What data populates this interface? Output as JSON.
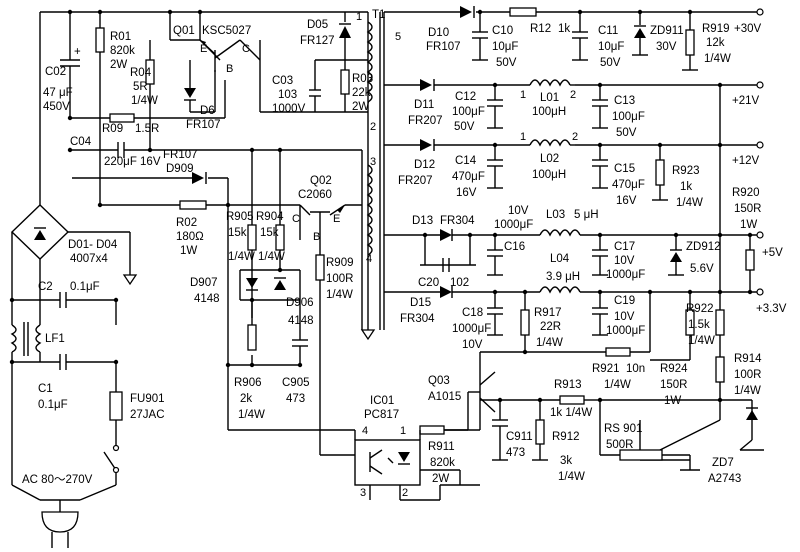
{
  "labels": {
    "c02": "C02",
    "c02_v1": "47 μF",
    "c02_v2": "450V",
    "c02_pol": "+",
    "r01": "R01",
    "r01_v1": "820k",
    "r01_v2": "2W",
    "r04": "R04",
    "r04_v1": "5R",
    "r04_v2": "1/4W",
    "q01": "Q01",
    "q01_part": "KSC5027",
    "q01_e": "E",
    "q01_c": "C",
    "q01_b": "B",
    "d6": "D6",
    "d6_part": "FR107",
    "r09": "R09",
    "r09_v": "1.5R",
    "c04": "C04",
    "c04_v": "220μF 16V",
    "fr107b": "FR107",
    "d909": "D909",
    "d05": "D05",
    "d05_part": "FR127",
    "c03": "C03",
    "c03_v1": "103",
    "c03_v2": "1000V",
    "r03": "R03",
    "r03_v1": "22k",
    "r03_v2": "2W",
    "t1": "T1",
    "pin1": "1",
    "pin2": "2",
    "pin3": "3",
    "pin4": "4",
    "pin5": "5",
    "q02": "Q02",
    "q02_part": "C2060",
    "q02_c": "C",
    "q02_e": "E",
    "q02_b": "B",
    "r02": "R02",
    "r02_v1": "180Ω",
    "r02_v2": "1W",
    "r905": "R905",
    "r905_v1": "15k",
    "r905_v2": "1/4W",
    "r904": "R904",
    "r904_v1": "15k",
    "r904_v2": "1/4W",
    "r909": "R909",
    "r909_v1": "100R",
    "r909_v2": "1/4W",
    "d907": "D907",
    "d907_v": "4148",
    "d906": "D906",
    "d906_v": "4148",
    "r906": "R906",
    "r906_v1": "2k",
    "r906_v2": "1/4W",
    "c905": "C905",
    "c905_v": "473",
    "bridge1": "D01- D04",
    "bridge2": "4007x4",
    "c2": "C2",
    "c2_v": "0.1μF",
    "lf1": "LF1",
    "c1": "C1",
    "c1_v": "0.1μF",
    "fu901": "FU901",
    "fu901_v": "27JAC",
    "ac": "AC  80～270V",
    "d10": "D10",
    "d10_part": "FR107",
    "c10": "C10",
    "c10_v1": "10μF",
    "c10_v2": "50V",
    "r12": "R12",
    "r12_v": "1k",
    "c11": "C11",
    "c11_v1": "10μF",
    "c11_v2": "50V",
    "zd911": "ZD911",
    "zd911_v": "30V",
    "r919": "R919",
    "r919_v1": "12k",
    "r919_v2": "1/4W",
    "v30": "+30V",
    "d11": "D11",
    "d11_part": "FR207",
    "c12": "C12",
    "c12_v1": "100μF",
    "c12_v2": "50V",
    "l01": "L01",
    "l01_v": "100μH",
    "l01_p1": "1",
    "l01_p2": "2",
    "c13": "C13",
    "c13_v1": "100μF",
    "c13_v2": "50V",
    "v21": "+21V",
    "d12": "D12",
    "d12_part": "FR207",
    "c14": "C14",
    "c14_v1": "470μF",
    "c14_v2": "16V",
    "l02": "L02",
    "l02_v": "100μH",
    "l02_p1": "1",
    "l02_p2": "2",
    "c15": "C15",
    "c15_v1": "470μF",
    "c15_v2": "16V",
    "r923": "R923",
    "r923_v1": "1k",
    "r923_v2": "1/4W",
    "v12": "+12V",
    "r920": "R920",
    "r920_v1": "150R",
    "r920_v2": "1W",
    "d13": "D13",
    "fr304a": "FR304",
    "c16_v1": "10V",
    "c16_v2": "1000μF",
    "c16": "C16",
    "l03": "L03",
    "l03_v": "5 μH",
    "c17": "C17",
    "c17_v1": "10V",
    "c17_v2": "1000μF",
    "zd912": "ZD912",
    "zd912_v": "5.6V",
    "v5": "+5V",
    "c20": "C20",
    "c20_v": "102",
    "l04": "L04",
    "l04_v": "3.9 μH",
    "d15": "D15",
    "d15_part": "FR304",
    "c18": "C18",
    "c18_v1": "1000μF",
    "c18_v2": "10V",
    "r917": "R917",
    "r917_v1": "22R",
    "r917_v2": "1/4W",
    "c19": "C19",
    "c19_v1": "10V",
    "c19_v2": "1000μF",
    "r922": "R922",
    "r922_v1": "1.5k",
    "r922_v2": "1/4W",
    "v33": "+3.3V",
    "r921": "R921",
    "r921_v": "10n",
    "r921_w": "1/4W",
    "r924": "R924",
    "r924_v1": "150R",
    "r924_v2": "1W",
    "r914": "R914",
    "r914_v1": "100R",
    "r914_v2": "1/4W",
    "q03": "Q03",
    "q03_part": "A1015",
    "r913": "R913",
    "r913_v": "1k 1/4W",
    "ic01": "IC01",
    "ic01_part": "PC817",
    "ic_p1": "1",
    "ic_p2": "2",
    "ic_p3": "3",
    "ic_p4": "4",
    "r911": "R911",
    "r911_v1": "820k",
    "r911_v2": "2W",
    "c911": "C911",
    "c911_v": "473",
    "r912": "R912",
    "r912_v1": "3k",
    "r912_v2": "1/4W",
    "rs901": "RS 901",
    "rs901_v": "500R",
    "zd7": "ZD7",
    "zd7_v": "A2743"
  }
}
